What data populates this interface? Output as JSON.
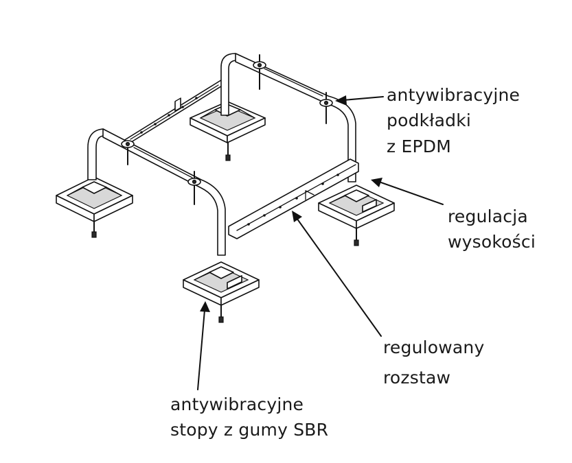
{
  "labels": {
    "epdm_line1": "antywibracyjne",
    "epdm_line2": "podkładki",
    "epdm_line3": "z EPDM",
    "height_line1": "regulacja",
    "height_line2": "wysokości",
    "spacing_line1": "regulowany",
    "spacing_line2": "rozstaw",
    "feet_line1": "antywibracyjne",
    "feet_line2": "stopy z gumy SBR"
  },
  "colors": {
    "line": "#111111",
    "text": "#1a1a1a",
    "background": "#ffffff"
  }
}
